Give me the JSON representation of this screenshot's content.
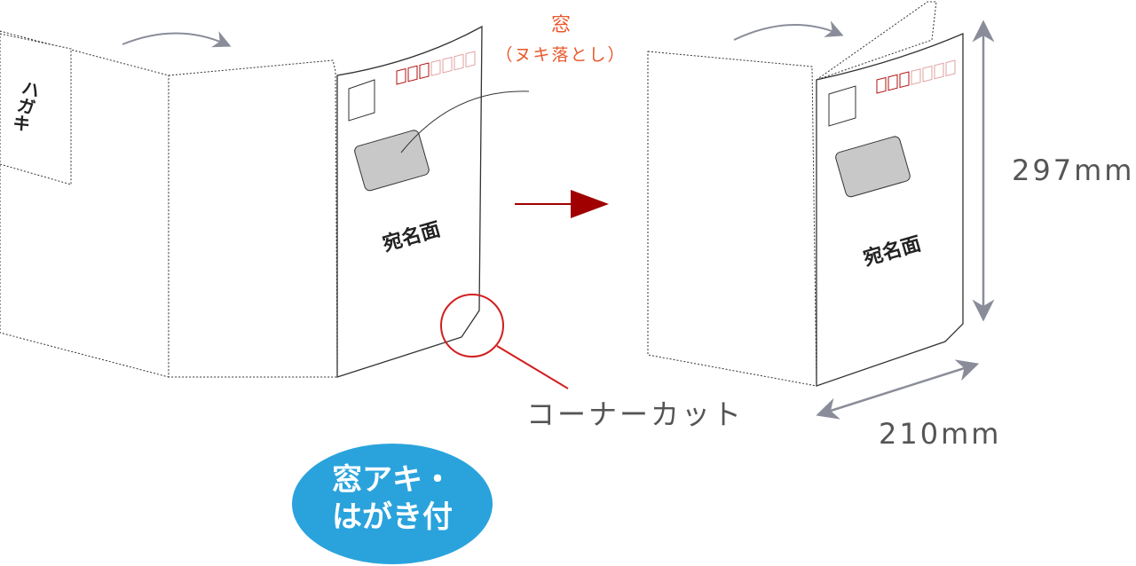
{
  "labels": {
    "hagaki": "ハガキ",
    "window": "窓",
    "window_note": "（ヌキ落とし）",
    "address_side_left": "宛名面",
    "address_side_right": "宛名面",
    "corner_cut": "コーナーカット",
    "height": "297mm",
    "width": "210mm",
    "badge_line1": "窓アキ・",
    "badge_line2": "はがき付"
  },
  "colors": {
    "accent_orange": "#e8582a",
    "arrow_red": "#a00000",
    "badge_blue": "#2aa3dc",
    "dimension_gray": "#8a8d99"
  }
}
